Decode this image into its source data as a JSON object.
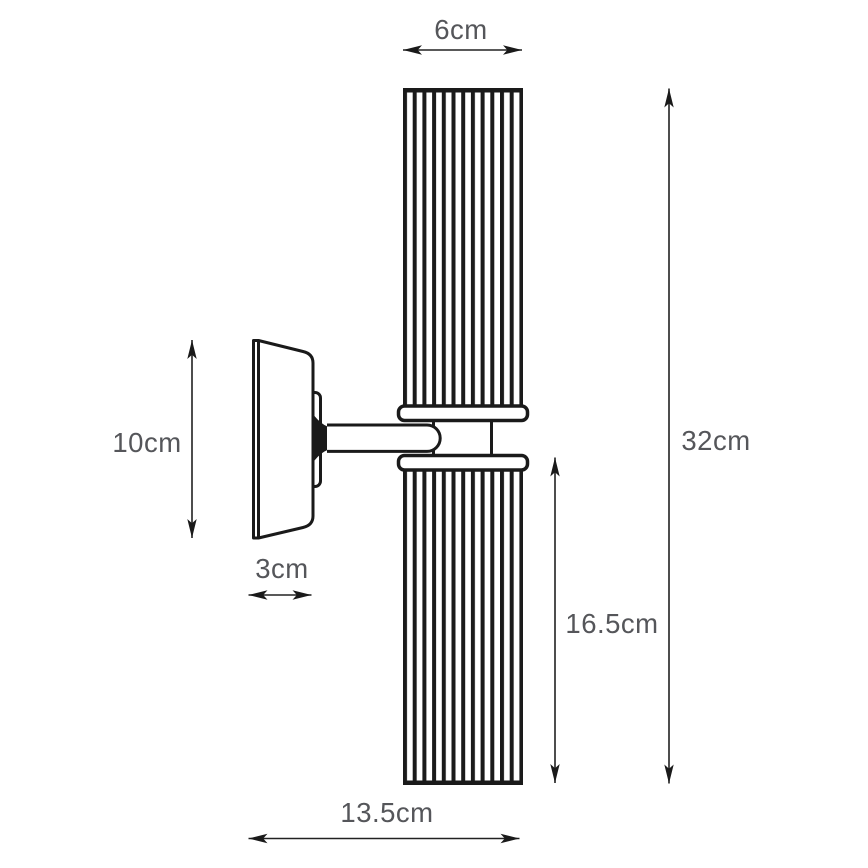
{
  "drawing": {
    "subject": "Wall lamp two-shade sconce — side view technical dimension drawing",
    "unit": "cm",
    "line_color": "#1a1a1a",
    "label_color": "#55565a",
    "background_color": "#ffffff"
  },
  "dimensions": {
    "shade_width": {
      "label": "6cm",
      "value": 6
    },
    "overall_height": {
      "label": "32cm",
      "value": 32
    },
    "backplate_height": {
      "label": "10cm",
      "value": 10
    },
    "backplate_depth": {
      "label": "3cm",
      "value": 3
    },
    "lower_shade_height": {
      "label": "16.5cm",
      "value": 16.5
    },
    "overall_depth": {
      "label": "13.5cm",
      "value": 13.5
    }
  }
}
